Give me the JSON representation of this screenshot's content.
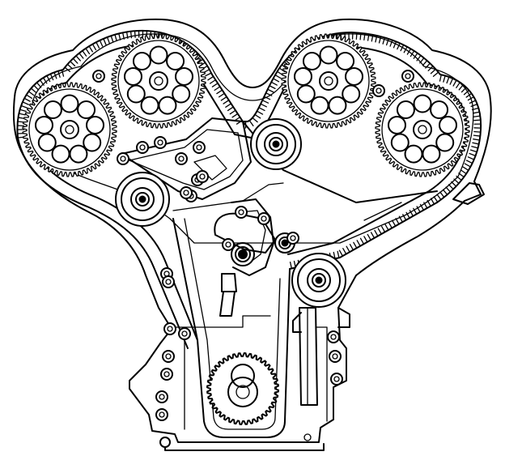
{
  "diagram": {
    "subject": "engine-timing-belt-front-view",
    "colors": {
      "line": "#000000",
      "background": "#ffffff"
    },
    "components": {
      "camshaft_sprockets": [
        "left-outer",
        "left-inner",
        "right-inner",
        "right-outer"
      ],
      "idler_pulleys": [
        "upper-center",
        "left",
        "lower-right"
      ],
      "crankshaft_sprocket": "bottom-center",
      "tensioner": "center",
      "timing_belt": "outer-loop",
      "engine_block": "front-cover"
    }
  }
}
